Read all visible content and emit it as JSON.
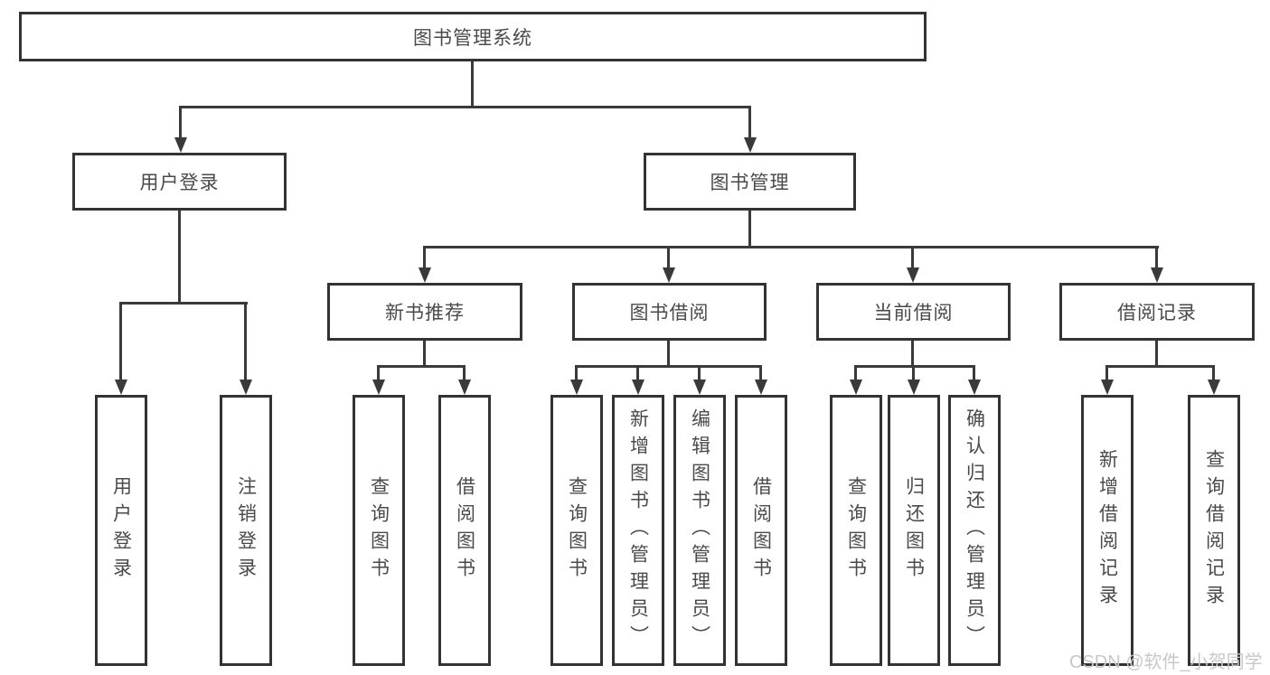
{
  "diagram": {
    "title": "图书管理系统",
    "watermark": "CSDN @软件_小贺同学",
    "colors": {
      "background": "#ffffff",
      "line": "#3a3a3a",
      "box_border": "#333333",
      "text": "#4a4a4a",
      "watermark": "#c8c8c8"
    },
    "nodes": {
      "root": "图书管理系统",
      "level2": [
        "用户登录",
        "图书管理"
      ],
      "level3": [
        "新书推荐",
        "图书借阅",
        "当前借阅",
        "借阅记录"
      ],
      "login_children": [
        "用户登录",
        "注销登录"
      ],
      "newrec_children": [
        "查询图书",
        "借阅图书"
      ],
      "borrow_children": [
        "查询图书",
        "新增图书（管理员）",
        "编辑图书（管理员）",
        "借阅图书"
      ],
      "current_children": [
        "查询图书",
        "归还图书",
        "确认归还（管理员）"
      ],
      "records_children": [
        "新增借阅记录",
        "查询借阅记录"
      ]
    }
  }
}
